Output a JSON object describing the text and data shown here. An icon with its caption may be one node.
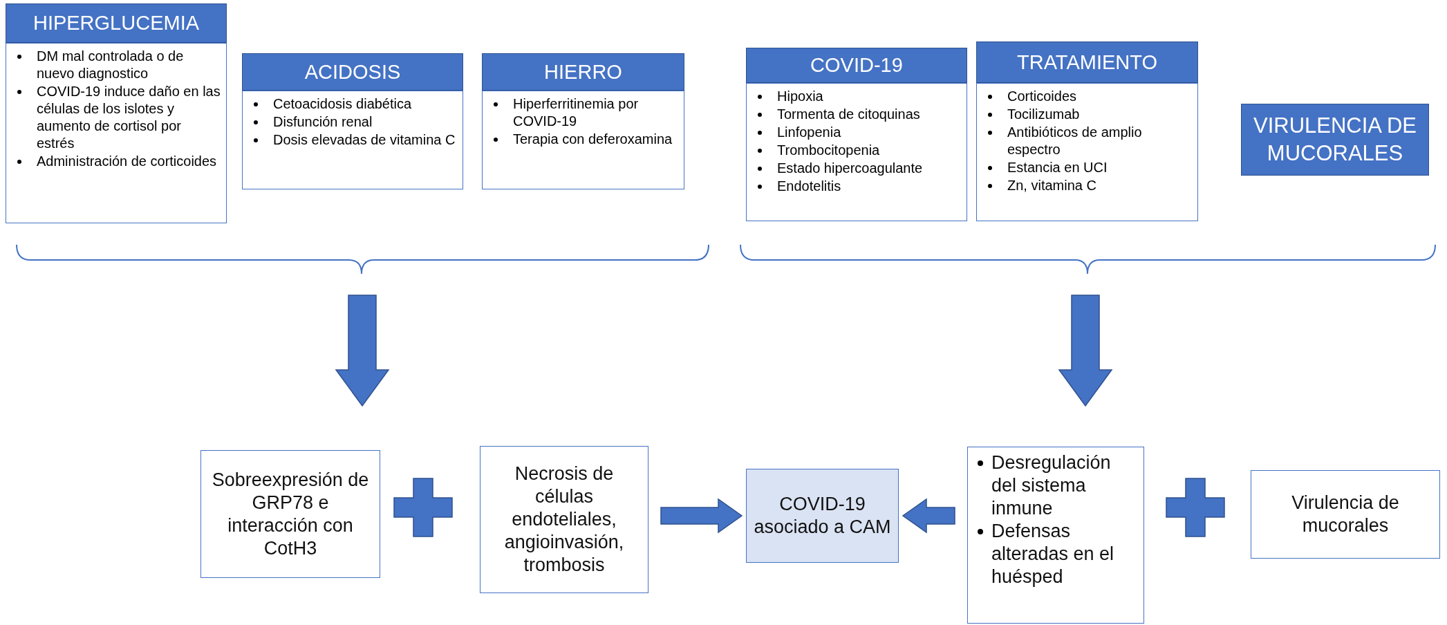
{
  "diagram": {
    "nodes": [
      {
        "text": [
          "HIPERGLUCEMIA",
          "DM mal controlada o de nuevo diagnostico",
          "COVID-19 induce daño en las células de los islotes y aumento de cortisol por estrés",
          "Administración de corticoides"
        ]
      },
      {
        "text": [
          "ACIDOSIS",
          "Cetoacidosis diabética",
          "Disfunción renal",
          "Dosis elevadas de vitamina C"
        ]
      },
      {
        "text": [
          "HIERRO",
          "Hiperferritinemia por COVID-19",
          "Terapia con deferoxamina"
        ]
      },
      {
        "text": [
          "COVID-19",
          "Hipoxia",
          "Tormenta de citoquinas",
          "Linfopenia",
          "Trombocitopenia",
          "Estado hipercoagulante",
          "Endotelitis"
        ]
      },
      {
        "text": [
          "TRATAMIENTO",
          "Corticoides",
          "Tocilizumab",
          "Antibióticos de amplio espectro",
          "Estancia en UCI",
          "Zn, vitamina C"
        ]
      },
      {
        "text": [
          "VIRULENCIA DE MUCORALES"
        ]
      },
      {
        "text": [
          "Sobreexpresión de GRP78 e interacción con CotH3"
        ]
      },
      {
        "text": [
          "Necrosis de células endoteliales, angioinvasión, trombosis"
        ]
      },
      {
        "text": [
          "COVID-19 asociado a CAM"
        ]
      },
      {
        "text": [
          "Desregulación del sistema inmune",
          "Defensas alteradas en el huésped"
        ]
      },
      {
        "text": [
          "Virulencia de mucorales"
        ]
      }
    ],
    "edges": [
      {
        "from": 7,
        "to": 8,
        "arrow": "to"
      },
      {
        "from": 9,
        "to": 8,
        "arrow": "to"
      }
    ]
  }
}
